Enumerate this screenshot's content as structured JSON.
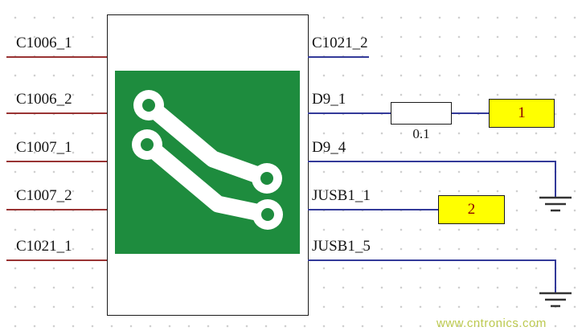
{
  "schematic": {
    "component": {
      "left_pins": [
        "C1006_1",
        "C1006_2",
        "C1007_1",
        "C1007_2",
        "C1021_1"
      ],
      "right_pins": [
        "C1021_2",
        "D9_1",
        "D9_4",
        "JUSB1_1",
        "JUSB1_5"
      ]
    },
    "resistor": {
      "value": "0.1"
    },
    "ports": [
      {
        "label": "1"
      },
      {
        "label": "2"
      }
    ],
    "watermark": "www.cntronics.com",
    "colors": {
      "net_wire": "#333a99",
      "pin_stub": "#993333",
      "footprint_green": "#1e8c3e",
      "port_fill": "#ffff00",
      "port_text": "#8b0000",
      "ground": "#333333",
      "watermark": "#bcc94f"
    }
  }
}
